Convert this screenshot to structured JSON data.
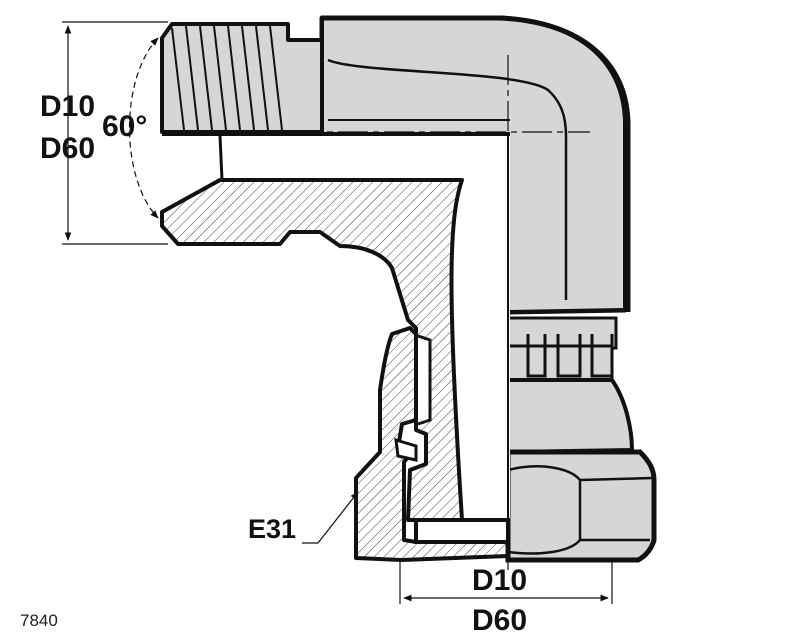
{
  "drawing": {
    "labels": {
      "side_top": "D10",
      "side_bottom": "D60",
      "angle": "60°",
      "bottom_top": "D10",
      "bottom_bottom": "D60",
      "seal": "E31",
      "code": "7840"
    },
    "colors": {
      "outline": "#111111",
      "body_fill": "#d6d6d6",
      "section_fill": "#ffffff",
      "hatch": "#333333",
      "background": "#ffffff"
    }
  }
}
